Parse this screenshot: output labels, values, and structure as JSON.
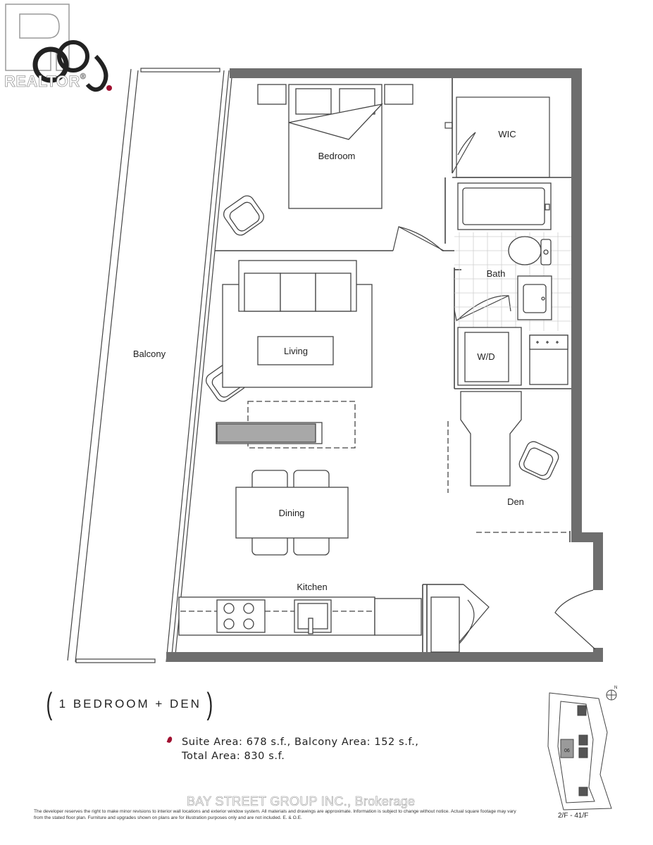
{
  "logo": {
    "text": "REALTOR",
    "mark": "®"
  },
  "rooms": {
    "bedroom": "Bedroom",
    "wic": "WIC",
    "bath": "Bath",
    "balcony": "Balcony",
    "living": "Living",
    "wd": "W/D",
    "den": "Den",
    "dining": "Dining",
    "kitchen": "Kitchen"
  },
  "suite": {
    "title": "1 BEDROOM + DEN",
    "areas_line1": "Suite Area: 678 s.f., Balcony Area: 152 s.f.,",
    "areas_line2": "Total Area: 830 s.f."
  },
  "keyplan": {
    "unit": "06",
    "north": "N",
    "floors": "2/F - 41/F"
  },
  "watermark": "BAY STREET GROUP INC., Brokerage",
  "disclaimer": "The developer reserves the right to make minor revisions to interior wall locations and exterior window system. All materials and drawings are approximate. Information is subject to change without notice. Actual square footage may vary from the stated floor plan. Furniture and upgrades shown on plans are for illustration purposes only and are not included. E. & O.E.",
  "colors": {
    "wall": "#6e6e6e",
    "accent": "#a01030",
    "line": "#333333"
  }
}
